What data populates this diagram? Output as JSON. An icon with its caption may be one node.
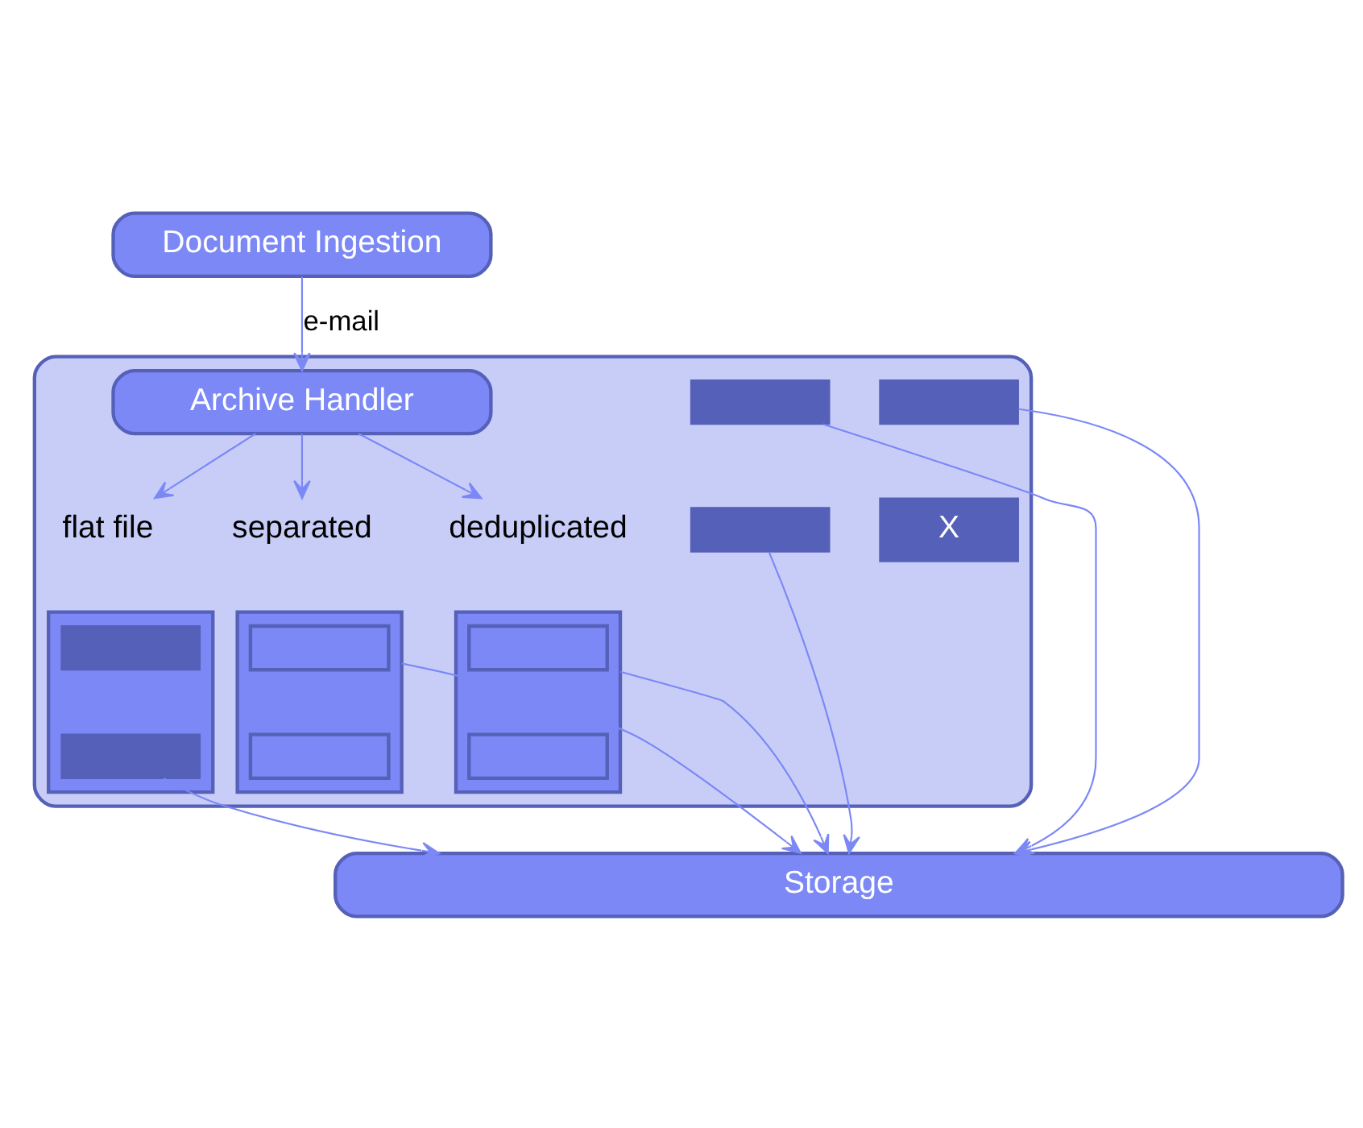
{
  "diagram": {
    "nodes": [
      {
        "text": [
          "Document Ingestion"
        ]
      },
      {
        "text": [],
        "shape": "box"
      },
      {
        "text": [
          "Archive Handler"
        ],
        "in": 1
      },
      {
        "text": [
          "flat file"
        ],
        "in": 1
      },
      {
        "text": [
          "separated"
        ],
        "in": 1
      },
      {
        "text": [
          "deduplicated"
        ],
        "in": 1
      },
      {
        "text": [],
        "shape": "box",
        "in": 1
      },
      {
        "text": [],
        "shape": "bar",
        "in": 6
      },
      {
        "text": [],
        "shape": "bar",
        "in": 6
      },
      {
        "text": [],
        "shape": "box",
        "in": 1
      },
      {
        "text": [],
        "shape": "box",
        "in": 9
      },
      {
        "text": [],
        "shape": "box",
        "in": 9
      },
      {
        "text": [],
        "shape": "bar",
        "in": 1
      },
      {
        "text": [],
        "shape": "bar",
        "in": 1
      },
      {
        "text": [],
        "shape": "box",
        "in": 1
      },
      {
        "text": [],
        "shape": "box",
        "in": 14
      },
      {
        "text": [],
        "shape": "box",
        "in": 14
      },
      {
        "text": [],
        "shape": "bar",
        "in": 1
      },
      {
        "text": [
          "X"
        ],
        "in": 1
      },
      {
        "text": [
          "Storage"
        ]
      }
    ],
    "edges": [
      {
        "from": 0,
        "to": 2,
        "arrow": "to",
        "label": "e-mail"
      },
      {
        "from": 2,
        "to": 3,
        "arrow": "to"
      },
      {
        "from": 2,
        "to": 4,
        "arrow": "to"
      },
      {
        "from": 2,
        "to": 5,
        "arrow": "to"
      },
      {
        "from": 8,
        "to": 19,
        "arrow": "to"
      },
      {
        "from": 9,
        "to": 19,
        "arrow": "to"
      },
      {
        "from": 13,
        "to": 19,
        "arrow": "to"
      },
      {
        "from": 12,
        "to": 19,
        "arrow": "to"
      },
      {
        "from": 14,
        "to": 19,
        "arrow": "to"
      },
      {
        "from": 17,
        "to": 19,
        "arrow": "to"
      }
    ]
  }
}
